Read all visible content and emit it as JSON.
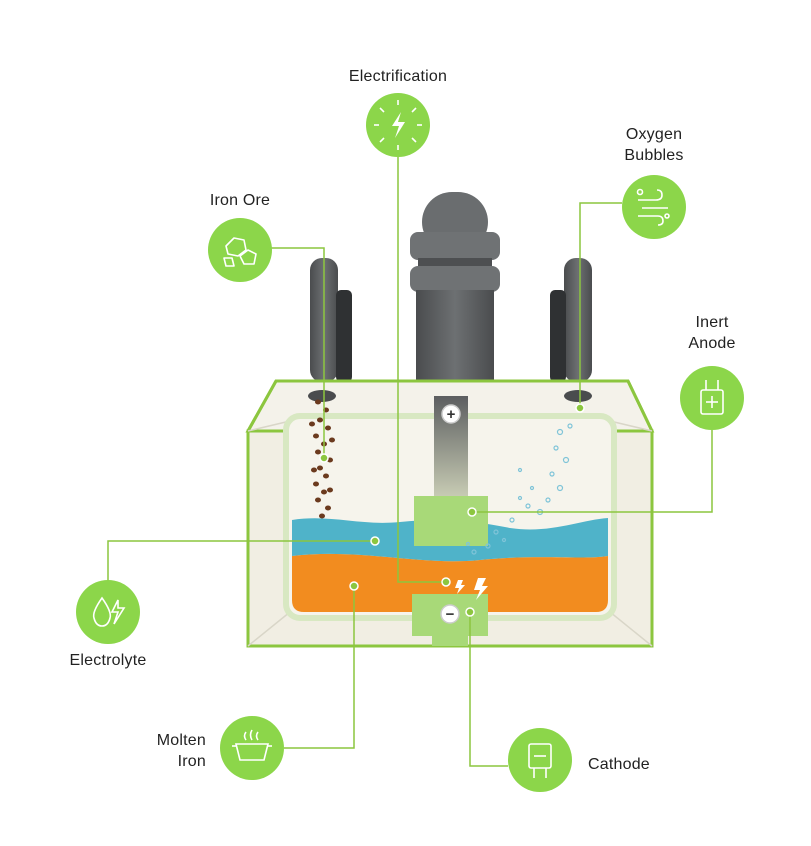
{
  "colors": {
    "accent_green": "#8cc63f",
    "icon_circle": "#8cd64a",
    "tank_outline": "#8cc63f",
    "tank_fill": "#f1eee3",
    "electrolyte": "#4fb3c9",
    "molten_iron": "#f28c1f",
    "electrode_gray": "#5f6163",
    "iron_ore_particle": "#6b3a1e"
  },
  "labels": {
    "electrification": "Electrification",
    "oxygen_bubbles_line1": "Oxygen",
    "oxygen_bubbles_line2": "Bubbles",
    "iron_ore": "Iron Ore",
    "inert_anode_line1": "Inert",
    "inert_anode_line2": "Anode",
    "electrolyte": "Electrolyte",
    "molten_iron_line1": "Molten",
    "molten_iron_line2": "Iron",
    "cathode": "Cathode"
  },
  "icons": {
    "electrification": "lightning-bolt-icon",
    "oxygen_bubbles": "wind-bubbles-icon",
    "iron_ore": "ore-rocks-icon",
    "inert_anode": "anode-plus-icon",
    "electrolyte": "droplet-bolt-icon",
    "molten_iron": "pot-steam-icon",
    "cathode": "cathode-minus-icon"
  },
  "terminals": {
    "anode_symbol": "+",
    "cathode_symbol": "−"
  }
}
